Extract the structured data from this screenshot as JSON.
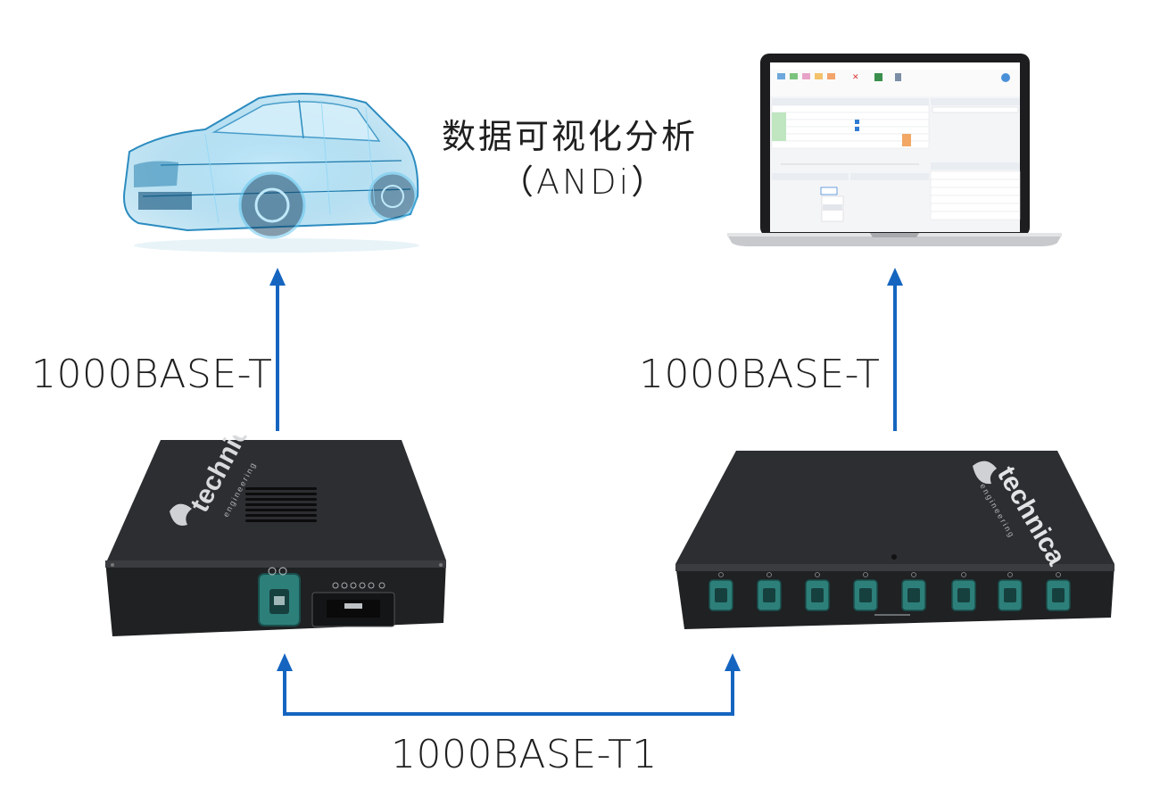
{
  "labels": {
    "left_link": "1000BASE-T",
    "right_link": "1000BASE-T",
    "bottom_link": "1000BASE-T1",
    "analysis_title": "数据可视化分析",
    "analysis_sub": "（ANDi）"
  },
  "devices": {
    "left_brand": "technica",
    "left_brand_sub": "engineering",
    "right_brand": "technica",
    "right_brand_sub": "engineering"
  },
  "colors": {
    "arrow": "#1565c0",
    "device_body": "#2a2c2f",
    "connector": "#2d7f7a",
    "car": "#3fa9d8"
  },
  "icons": [
    "car-image",
    "laptop-image",
    "left-ethernet-device",
    "right-ethernet-switch"
  ]
}
